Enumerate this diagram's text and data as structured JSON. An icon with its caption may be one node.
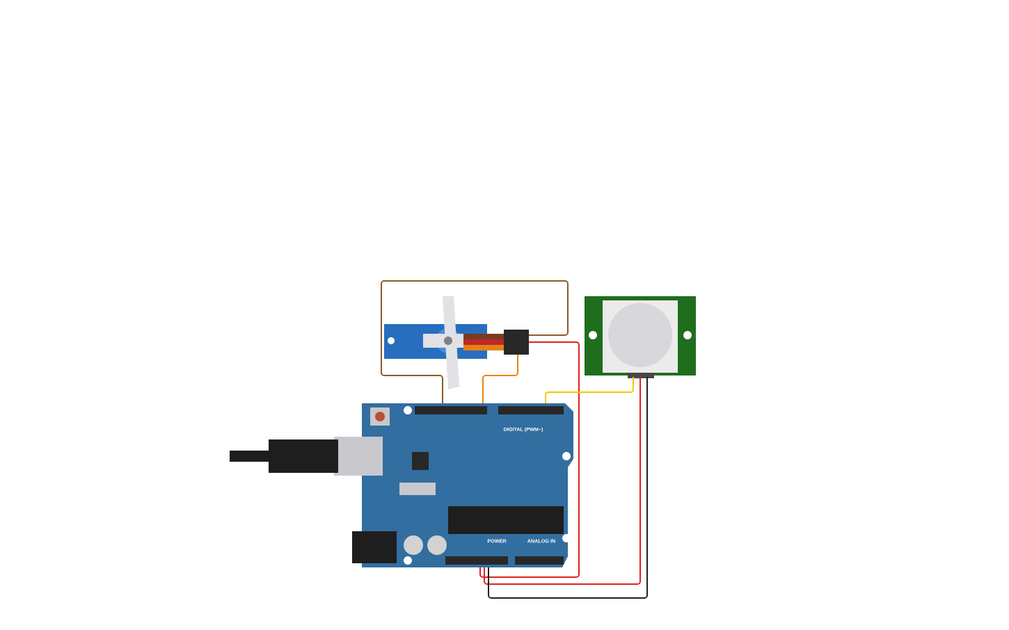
{
  "diagram": {
    "nodes": [
      {
        "text": [],
        "shape": "picture"
      },
      {
        "text": [],
        "shape": "picture"
      },
      {
        "text": [],
        "shape": "picture"
      }
    ],
    "edges": [
      {
        "from": 0,
        "to": 1,
        "arrow": "none",
        "color": "#8b5a2b"
      },
      {
        "from": 0,
        "to": 1,
        "arrow": "none",
        "color": "#e8860c"
      },
      {
        "from": 0,
        "to": 1,
        "arrow": "none",
        "color": "#e02020"
      },
      {
        "from": 2,
        "to": 1,
        "arrow": "none",
        "color": "#f0c800"
      },
      {
        "from": 2,
        "to": 1,
        "arrow": "none",
        "color": "#e02020"
      },
      {
        "from": 2,
        "to": 1,
        "arrow": "none",
        "color": "#202020"
      }
    ],
    "labels": [
      "DIGITAL (PWM~)",
      "POWER",
      "ANALOG IN"
    ]
  }
}
